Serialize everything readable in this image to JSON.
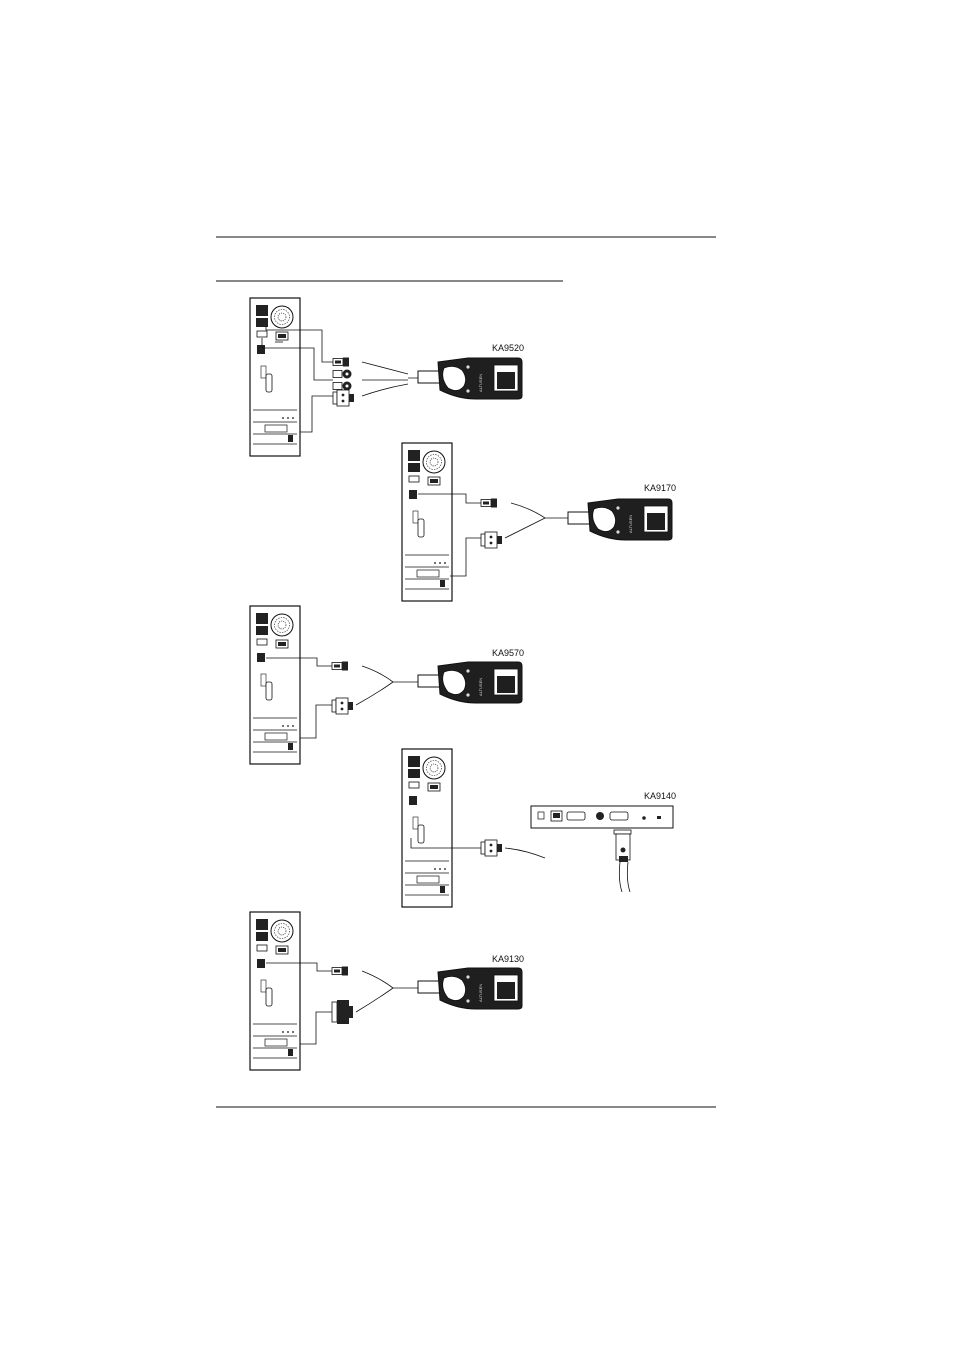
{
  "document": {
    "header_rule": true,
    "section_rule": true,
    "footer_rule": true
  },
  "diagram": {
    "connections": [
      {
        "model": "KA9520",
        "adapter_brand": "ALTUSEN",
        "cable_plugs": [
          "usb",
          "ps2-keyboard",
          "ps2-mouse",
          "vga"
        ]
      },
      {
        "model": "KA9170",
        "adapter_brand": "ALTUSEN",
        "cable_plugs": [
          "usb",
          "vga"
        ]
      },
      {
        "model": "KA9570",
        "adapter_brand": "ALTUSEN",
        "cable_plugs": [
          "usb",
          "vga"
        ]
      },
      {
        "model": "KA9140",
        "adapter_brand": "",
        "cable_plugs": [
          "serial"
        ]
      },
      {
        "model": "KA9130",
        "adapter_brand": "ALTUSEN",
        "cable_plugs": [
          "usb",
          "sun-vga"
        ]
      }
    ]
  },
  "colors": {
    "line": "#111111",
    "device_fill": "#1f1f1f",
    "paper": "#ffffff"
  }
}
